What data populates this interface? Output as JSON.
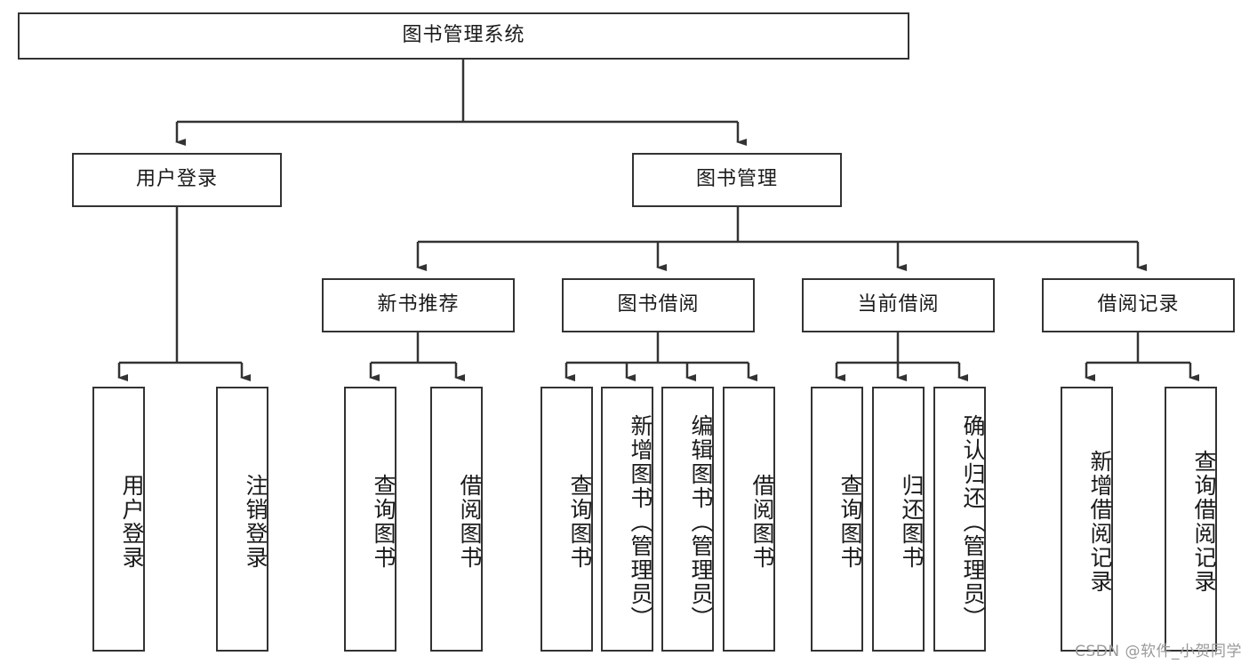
{
  "diagram": {
    "title": "图书管理系统",
    "type": "tree",
    "watermark": "CSDN @软件_小贺同学",
    "colors": {
      "box_border": "#333333",
      "box_fill": "#ffffff",
      "edge": "#333333",
      "text": "#1a1a1a",
      "watermark": "#9a9a9a",
      "background": "#ffffff"
    },
    "root": {
      "id": "root",
      "label": "图书管理系统"
    },
    "level2": [
      {
        "id": "user-login",
        "label": "用户登录"
      },
      {
        "id": "book-manage",
        "label": "图书管理"
      }
    ],
    "level3": [
      {
        "id": "new-book-rec",
        "label": "新书推荐"
      },
      {
        "id": "book-borrow",
        "label": "图书借阅"
      },
      {
        "id": "current-borrow",
        "label": "当前借阅"
      },
      {
        "id": "borrow-record",
        "label": "借阅记录"
      }
    ],
    "leaves": {
      "user_login": [
        {
          "id": "leaf-user-login",
          "label": "用户登录"
        },
        {
          "id": "leaf-logout-login",
          "label": "注销登录"
        }
      ],
      "new_book_rec": [
        {
          "id": "leaf-query-book-1",
          "label": "查询图书"
        },
        {
          "id": "leaf-borrow-book-1",
          "label": "借阅图书"
        }
      ],
      "book_borrow": [
        {
          "id": "leaf-query-book-2",
          "label": "查询图书"
        },
        {
          "id": "leaf-add-book",
          "label": "新增图书（管理员）"
        },
        {
          "id": "leaf-edit-book",
          "label": "编辑图书（管理员）"
        },
        {
          "id": "leaf-borrow-book-2",
          "label": "借阅图书"
        }
      ],
      "current_borrow": [
        {
          "id": "leaf-query-book-3",
          "label": "查询图书"
        },
        {
          "id": "leaf-return-book",
          "label": "归还图书"
        },
        {
          "id": "leaf-confirm-return",
          "label": "确认归还（管理员）"
        }
      ],
      "borrow_record": [
        {
          "id": "leaf-add-record",
          "label": "新增借阅记录"
        },
        {
          "id": "leaf-query-record",
          "label": "查询借阅记录"
        }
      ]
    }
  }
}
